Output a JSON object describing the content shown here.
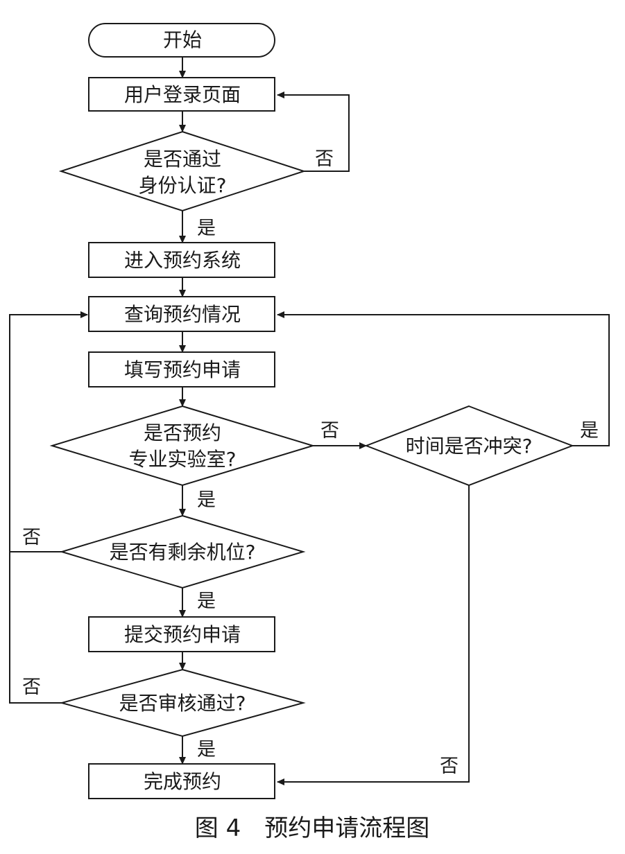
{
  "nodes": {
    "start": "开始",
    "login": "用户登录页面",
    "auth_check_line1": "是否通过",
    "auth_check_line2": "身份认证?",
    "enter_system": "进入预约系统",
    "query_status": "查询预约情况",
    "fill_application": "填写预约申请",
    "lab_check_line1": "是否预约",
    "lab_check_line2": "专业实验室?",
    "time_conflict": "时间是否冲突?",
    "seats_check": "是否有剩余机位?",
    "submit_application": "提交预约申请",
    "approval_check": "是否审核通过?",
    "complete": "完成预约"
  },
  "edge_labels": {
    "auth_no": "否",
    "auth_yes": "是",
    "lab_no": "否",
    "lab_yes": "是",
    "conflict_yes": "是",
    "conflict_no": "否",
    "seats_no": "否",
    "seats_yes": "是",
    "approval_no": "否",
    "approval_yes": "是"
  },
  "caption": "图 4　预约申请流程图"
}
